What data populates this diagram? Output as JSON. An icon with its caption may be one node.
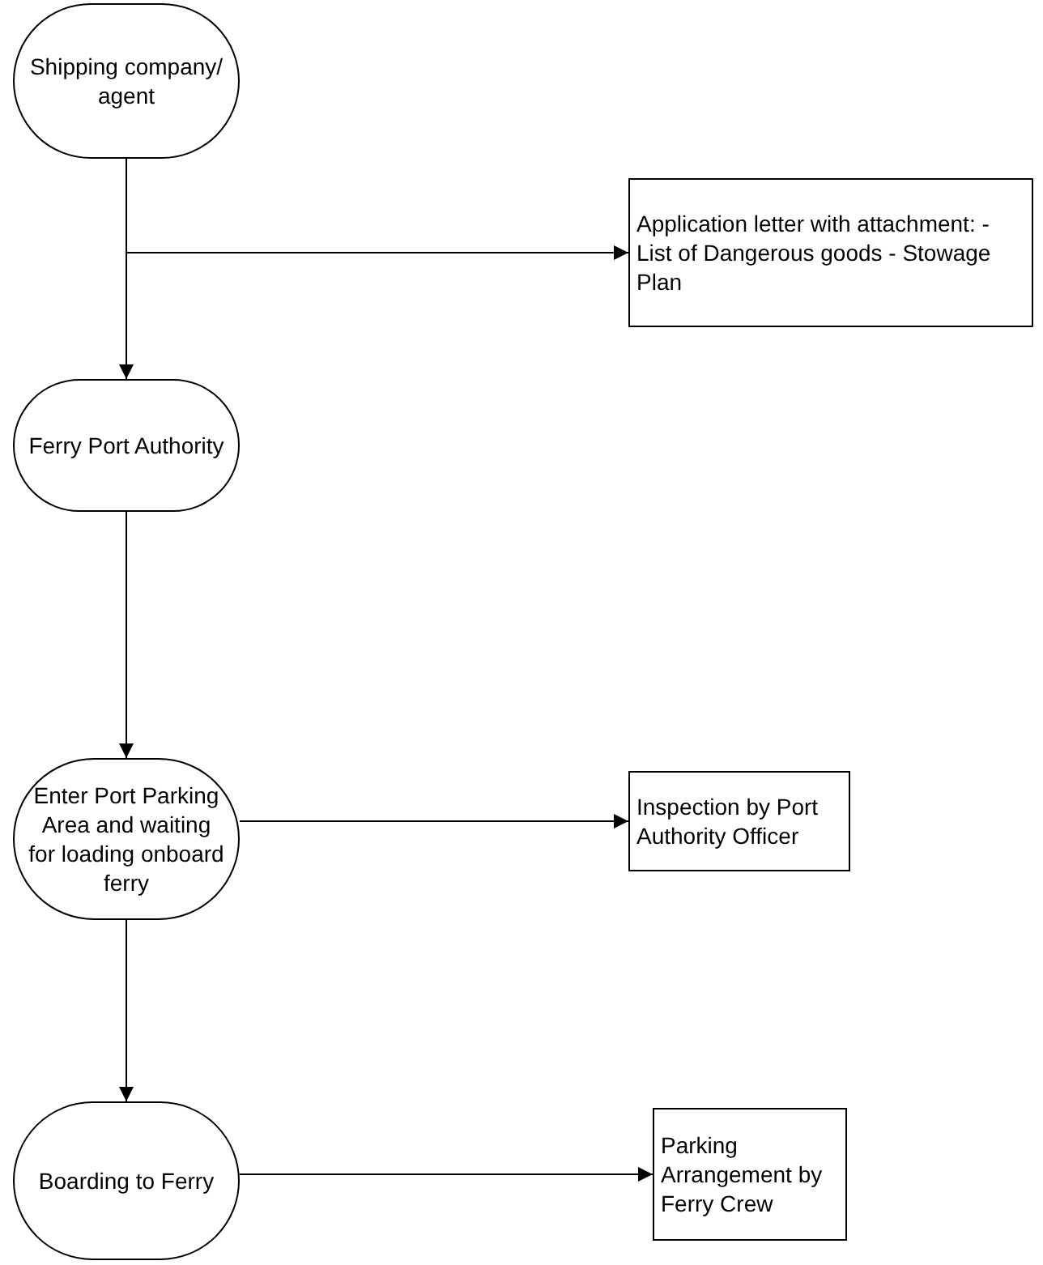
{
  "diagram": {
    "nodes": [
      {
        "text": [
          "Shipping company/ agent"
        ]
      },
      {
        "text": [
          "Application letter with attachment: - List of Dangerous goods - Stowage Plan"
        ]
      },
      {
        "text": [
          "Ferry Port Authority"
        ]
      },
      {
        "text": [
          "Enter Port Parking Area and waiting for loading onboard ferry"
        ]
      },
      {
        "text": [
          "Inspection by Port Authority Officer"
        ]
      },
      {
        "text": [
          "Boarding to Ferry"
        ]
      },
      {
        "text": [
          "Parking Arrangement by Ferry Crew"
        ]
      }
    ],
    "edges": [
      {
        "from": 0,
        "to": 2,
        "arrow": "to"
      },
      {
        "from": 0,
        "to": 1,
        "arrow": "to"
      },
      {
        "from": 2,
        "to": 3,
        "arrow": "to"
      },
      {
        "from": 3,
        "to": 4,
        "arrow": "to"
      },
      {
        "from": 3,
        "to": 5,
        "arrow": "to"
      },
      {
        "from": 5,
        "to": 6,
        "arrow": "to"
      }
    ]
  }
}
